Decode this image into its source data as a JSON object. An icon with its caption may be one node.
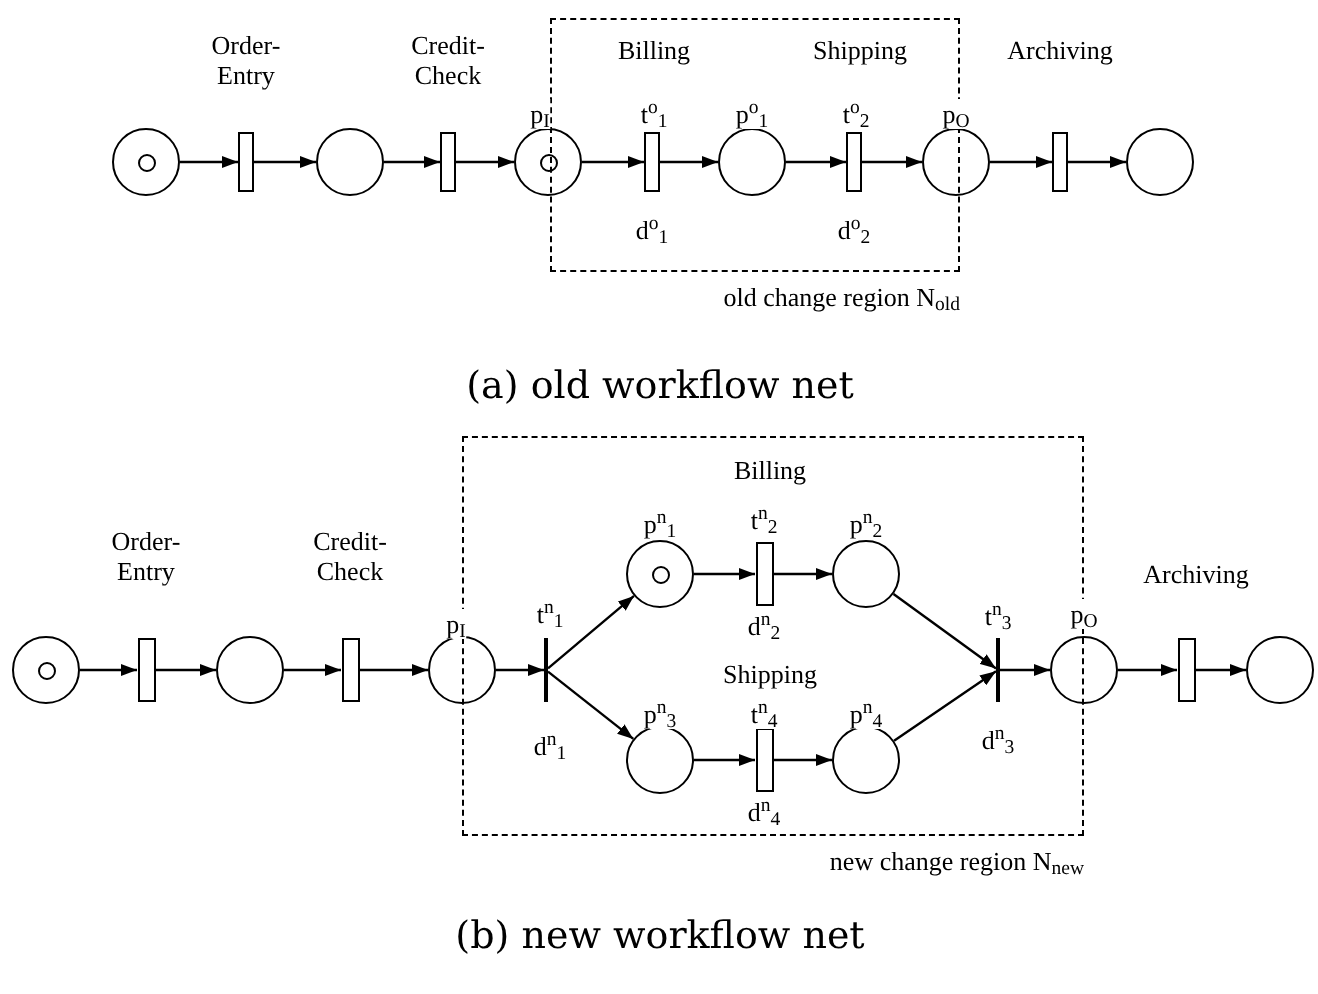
{
  "diagram": {
    "nodes": [
      {
        "text": [
          "old change region N$_{old}$"
        ]
      },
      {
        "text": [],
        "shape": "circle"
      },
      {
        "text": [],
        "shape": "bar",
        "beside": [
          "Order-Entry"
        ]
      },
      {
        "text": [],
        "shape": "circle"
      },
      {
        "text": [],
        "shape": "bar",
        "beside": [
          "Credit-Check"
        ]
      },
      {
        "text": [],
        "shape": "circle",
        "beside": [
          "p$_{I}$"
        ]
      },
      {
        "text": [],
        "shape": "bar",
        "in": 0,
        "beside": [
          "Billing",
          "t$^{o}$$_{1}$",
          "d$^{o}$$_{1}$"
        ]
      },
      {
        "text": [],
        "shape": "circle",
        "in": 0,
        "beside": [
          "p$^{o}$$_{1}$"
        ]
      },
      {
        "text": [],
        "shape": "bar",
        "in": 0,
        "beside": [
          "Shipping",
          "t$^{o}$$_{2}$",
          "d$^{o}$$_{2}$"
        ]
      },
      {
        "text": [],
        "shape": "circle",
        "beside": [
          "p$_{O}$"
        ]
      },
      {
        "text": [],
        "shape": "bar",
        "beside": [
          "Archiving"
        ]
      },
      {
        "text": [],
        "shape": "circle"
      },
      {
        "text": [
          "new change region N$_{new}$"
        ]
      },
      {
        "text": [],
        "shape": "circle"
      },
      {
        "text": [],
        "shape": "bar",
        "beside": [
          "Order-Entry"
        ]
      },
      {
        "text": [],
        "shape": "circle"
      },
      {
        "text": [],
        "shape": "bar",
        "beside": [
          "Credit-Check"
        ]
      },
      {
        "text": [],
        "shape": "circle",
        "beside": [
          "p$_{I}$"
        ]
      },
      {
        "text": [],
        "shape": "bar",
        "in": 12,
        "beside": [
          "t$^{n}$$_{1}$",
          "d$^{n}$$_{1}$"
        ]
      },
      {
        "text": [],
        "shape": "circle",
        "in": 12,
        "beside": [
          "p$^{n}$$_{1}$"
        ]
      },
      {
        "text": [],
        "shape": "bar",
        "in": 12,
        "beside": [
          "Billing",
          "t$^{n}$$_{2}$",
          "d$^{n}$$_{2}$"
        ]
      },
      {
        "text": [],
        "shape": "circle",
        "in": 12,
        "beside": [
          "p$^{n}$$_{2}$"
        ]
      },
      {
        "text": [],
        "shape": "circle",
        "in": 12,
        "beside": [
          "p$^{n}$$_{3}$"
        ]
      },
      {
        "text": [],
        "shape": "bar",
        "in": 12,
        "beside": [
          "Shipping",
          "t$^{n}$$_{4}$",
          "d$^{n}$$_{4}$"
        ]
      },
      {
        "text": [],
        "shape": "circle",
        "in": 12,
        "beside": [
          "p$^{n}$$_{4}$"
        ]
      },
      {
        "text": [],
        "shape": "bar",
        "in": 12,
        "beside": [
          "t$^{n}$$_{3}$",
          "d$^{n}$$_{3}$"
        ]
      },
      {
        "text": [],
        "shape": "circle",
        "beside": [
          "p$_{O}$"
        ]
      },
      {
        "text": [],
        "shape": "bar",
        "beside": [
          "Archiving"
        ]
      },
      {
        "text": [],
        "shape": "circle"
      }
    ],
    "edges": [
      {
        "from": 1,
        "to": 2,
        "arrow": "to"
      },
      {
        "from": 2,
        "to": 3,
        "arrow": "to"
      },
      {
        "from": 3,
        "to": 4,
        "arrow": "to"
      },
      {
        "from": 4,
        "to": 5,
        "arrow": "to"
      },
      {
        "from": 5,
        "to": 6,
        "arrow": "to"
      },
      {
        "from": 6,
        "to": 7,
        "arrow": "to"
      },
      {
        "from": 7,
        "to": 8,
        "arrow": "to"
      },
      {
        "from": 8,
        "to": 9,
        "arrow": "to"
      },
      {
        "from": 9,
        "to": 10,
        "arrow": "to"
      },
      {
        "from": 10,
        "to": 11,
        "arrow": "to"
      },
      {
        "from": 13,
        "to": 14,
        "arrow": "to"
      },
      {
        "from": 14,
        "to": 15,
        "arrow": "to"
      },
      {
        "from": 15,
        "to": 16,
        "arrow": "to"
      },
      {
        "from": 16,
        "to": 17,
        "arrow": "to"
      },
      {
        "from": 17,
        "to": 18,
        "arrow": "to"
      },
      {
        "from": 18,
        "to": 19,
        "arrow": "to"
      },
      {
        "from": 18,
        "to": 22,
        "arrow": "to"
      },
      {
        "from": 19,
        "to": 20,
        "arrow": "to"
      },
      {
        "from": 20,
        "to": 21,
        "arrow": "to"
      },
      {
        "from": 21,
        "to": 25,
        "arrow": "to"
      },
      {
        "from": 22,
        "to": 23,
        "arrow": "to"
      },
      {
        "from": 23,
        "to": 24,
        "arrow": "to"
      },
      {
        "from": 24,
        "to": 25,
        "arrow": "to"
      },
      {
        "from": 25,
        "to": 26,
        "arrow": "to"
      },
      {
        "from": 26,
        "to": 27,
        "arrow": "to"
      },
      {
        "from": 27,
        "to": 28,
        "arrow": "to"
      }
    ],
    "labels": [
      "(a) old workflow net",
      "(b) new workflow net"
    ]
  }
}
